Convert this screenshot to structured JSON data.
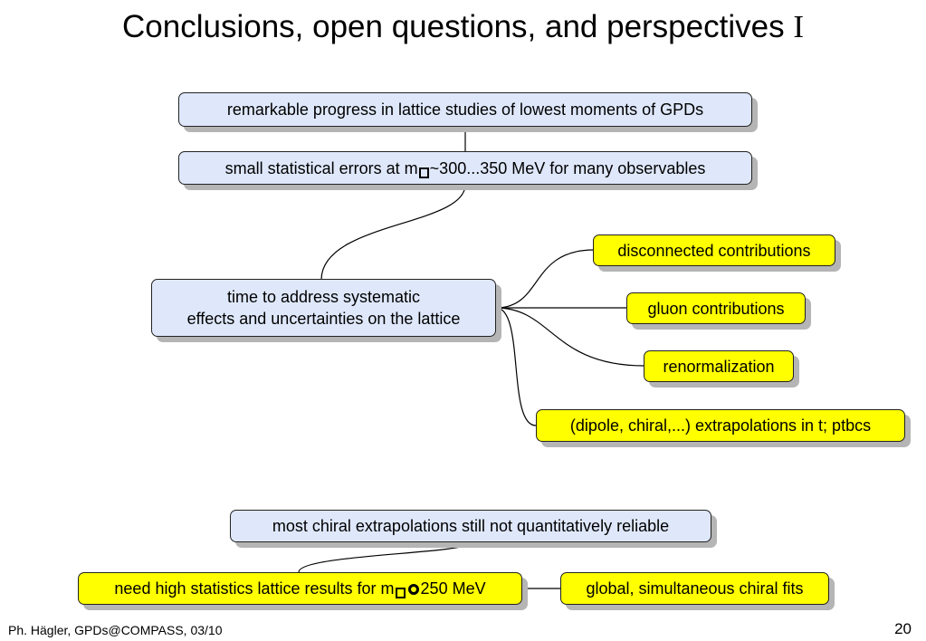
{
  "title": {
    "text": "Conclusions, open questions, and perspectives",
    "numeral": "I"
  },
  "nodes": {
    "progress": "remarkable progress in lattice studies of lowest moments of GPDs",
    "errors": {
      "before": "small statistical errors at m",
      "after": "~300...350 MeV for many observables"
    },
    "systematic": {
      "line1": "time to address systematic",
      "line2": "effects and uncertainties on the lattice"
    },
    "disconnected": "disconnected contributions",
    "gluon": "gluon contributions",
    "renormalization": "renormalization",
    "extrapolations": "(dipole, chiral,...) extrapolations in t; ptbcs",
    "chiral_unreliable": "most chiral extrapolations still not quantitatively reliable",
    "high_stats": {
      "before": "need high statistics lattice results for m",
      "after": "250 MeV"
    },
    "global_fits": "global, simultaneous chiral fits"
  },
  "colors": {
    "blue_fill": "#dfe8fb",
    "yellow_fill": "#ffff00",
    "shadow": "#b5b5b5"
  },
  "footer": {
    "left": "Ph. Hägler, GPDs@COMPASS, 03/10",
    "page": "20"
  }
}
